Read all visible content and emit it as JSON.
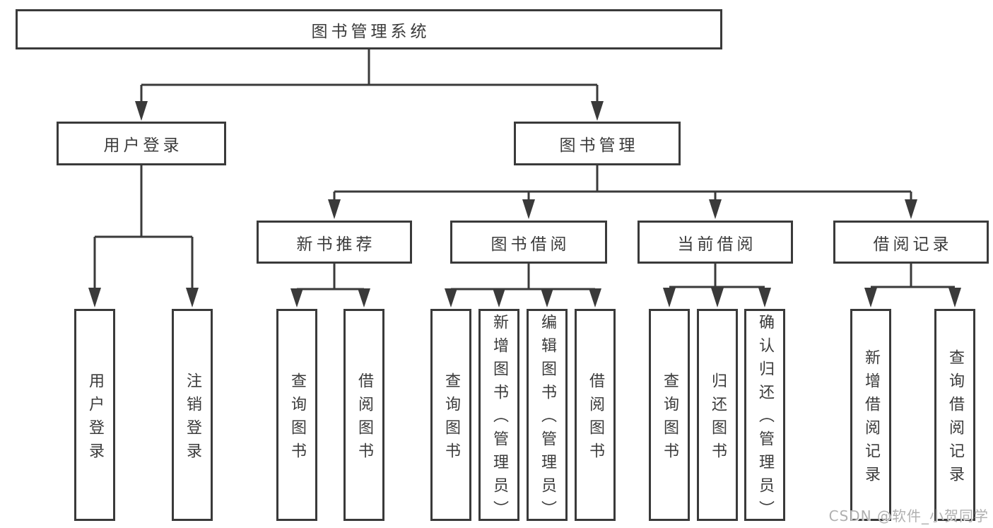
{
  "tree": {
    "root": {
      "label": "图书管理系统",
      "children": [
        {
          "label": "用户登录",
          "children": [
            {
              "label": "用户登录"
            },
            {
              "label": "注销登录"
            }
          ]
        },
        {
          "label": "图书管理",
          "children": [
            {
              "label": "新书推荐",
              "children": [
                {
                  "label": "查询图书"
                },
                {
                  "label": "借阅图书"
                }
              ]
            },
            {
              "label": "图书借阅",
              "children": [
                {
                  "label": "查询图书"
                },
                {
                  "label": "新增图书（管理员）"
                },
                {
                  "label": "编辑图书（管理员）"
                },
                {
                  "label": "借阅图书"
                }
              ]
            },
            {
              "label": "当前借阅",
              "children": [
                {
                  "label": "查询图书"
                },
                {
                  "label": "归还图书"
                },
                {
                  "label": "确认归还（管理员）"
                }
              ]
            },
            {
              "label": "借阅记录",
              "children": [
                {
                  "label": "新增借阅记录"
                },
                {
                  "label": "查询借阅记录"
                }
              ]
            }
          ]
        }
      ]
    }
  },
  "watermark": "CSDN @软件_小贺同学",
  "colors": {
    "line": "#3a3a3a",
    "text": "#3b3b3b",
    "watermark": "#b0b0b0",
    "background": "#ffffff"
  }
}
